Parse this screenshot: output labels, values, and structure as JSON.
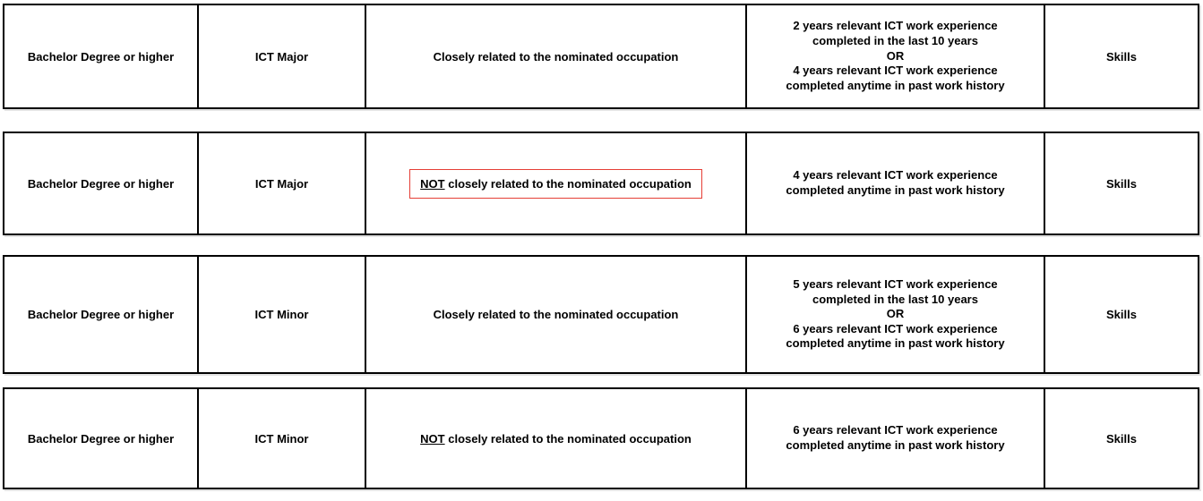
{
  "colors": {
    "highlight_box": "#e53e36",
    "table_border": "#000000",
    "text": "#000000"
  },
  "rows": [
    {
      "education": "Bachelor Degree or higher",
      "ict_level": "ICT Major",
      "occupation_not_prefix": "",
      "occupation_relatedness": "Closely related to the nominated occupation",
      "experience": "2 years relevant ICT work experience\ncompleted in the last 10 years\nOR\n4 years relevant ICT work experience\ncompleted anytime in past work history",
      "assessment": "Skills"
    },
    {
      "education": "Bachelor Degree or higher",
      "ict_level": "ICT Major",
      "occupation_not_prefix": "NOT",
      "occupation_relatedness": " closely related to the nominated occupation",
      "experience": "4 years relevant ICT work experience\ncompleted anytime in past work history",
      "assessment": "Skills",
      "highlighted": true
    },
    {
      "education": "Bachelor Degree or higher",
      "ict_level": "ICT Minor",
      "occupation_not_prefix": "",
      "occupation_relatedness": "Closely related to the nominated occupation",
      "experience": "5 years relevant ICT work experience\ncompleted in the last 10 years\nOR\n6 years relevant ICT work experience\ncompleted anytime in past work history",
      "assessment": "Skills"
    },
    {
      "education": "Bachelor Degree or higher",
      "ict_level": "ICT Minor",
      "occupation_not_prefix": "NOT",
      "occupation_relatedness": " closely related to the nominated occupation",
      "experience": "6 years relevant ICT work experience\ncompleted anytime in past work history",
      "assessment": "Skills"
    }
  ]
}
